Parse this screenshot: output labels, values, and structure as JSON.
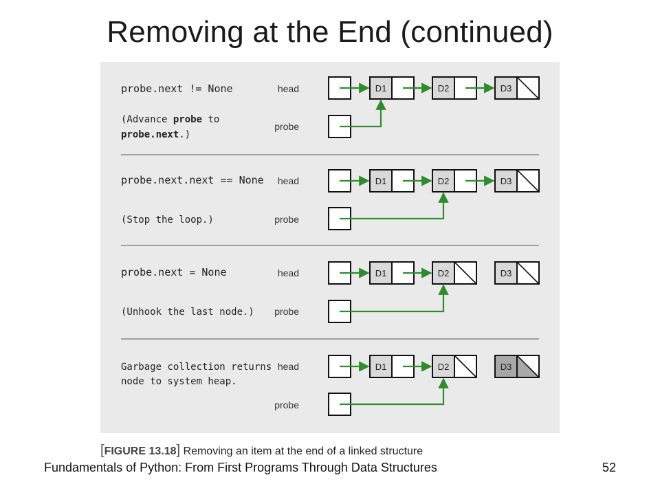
{
  "slide": {
    "title": "Removing at the End (continued)",
    "footer": "Fundamentals of Python: From First Programs Through Data Structures",
    "page_number": "52"
  },
  "figure": {
    "caption_label": "FIGURE 13.18",
    "caption_text": "Removing an item at the end of a linked structure",
    "colors": {
      "panel": "#eaeaea",
      "arrow": "#2e8b2e",
      "node_fill": "#d9d9d9",
      "garbage_fill": "#a8a8a8",
      "divider": "#555555"
    },
    "head_label": "head",
    "probe_label": "probe",
    "panels": [
      {
        "code": "probe.next != None",
        "note_pre": "(Advance ",
        "note_bold1": "probe",
        "note_mid": " to",
        "note_bold2": "probe.next",
        "note_post": ".)",
        "nodes": [
          "D1",
          "D2",
          "D3"
        ]
      },
      {
        "code": "probe.next.next == None",
        "note": "(Stop the loop.)",
        "nodes": [
          "D1",
          "D2",
          "D3"
        ]
      },
      {
        "code": "probe.next = None",
        "note": "(Unhook the last node.)",
        "nodes": [
          "D1",
          "D2",
          "D3"
        ]
      },
      {
        "note_line1": "Garbage collection returns",
        "note_line2": "node to system heap.",
        "nodes": [
          "D1",
          "D2",
          "D3"
        ]
      }
    ]
  }
}
